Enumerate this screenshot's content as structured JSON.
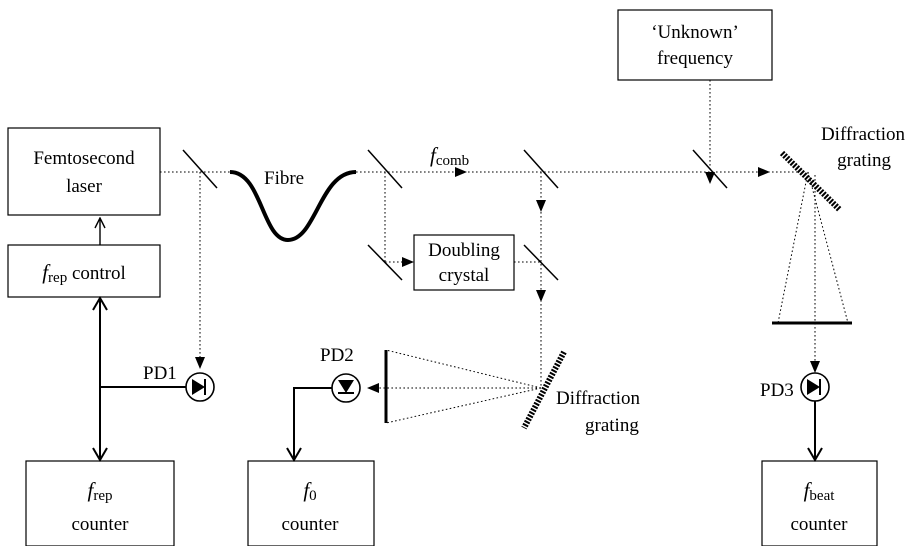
{
  "boxes": {
    "laser": [
      "Femtosecond",
      "laser"
    ],
    "rep_control": {
      "f": "f",
      "sub": "rep",
      "rest": " control"
    },
    "unknown": [
      "‘Unknown’",
      "frequency"
    ],
    "doubling": [
      "Doubling",
      "crystal"
    ],
    "rep_counter": {
      "f": "f",
      "sub": "rep",
      "second": "counter"
    },
    "zero_counter": {
      "f": "f",
      "sub": "0",
      "second": "counter"
    },
    "beat_counter": {
      "f": "f",
      "sub": "beat",
      "second": "counter"
    }
  },
  "labels": {
    "fibre": "Fibre",
    "comb_f": "f",
    "comb_sub": "comb",
    "pd1": "PD1",
    "pd2": "PD2",
    "pd3": "PD3",
    "grating_top": [
      "Diffraction",
      "grating"
    ],
    "grating_bottom": [
      "Diffraction",
      "grating"
    ]
  }
}
